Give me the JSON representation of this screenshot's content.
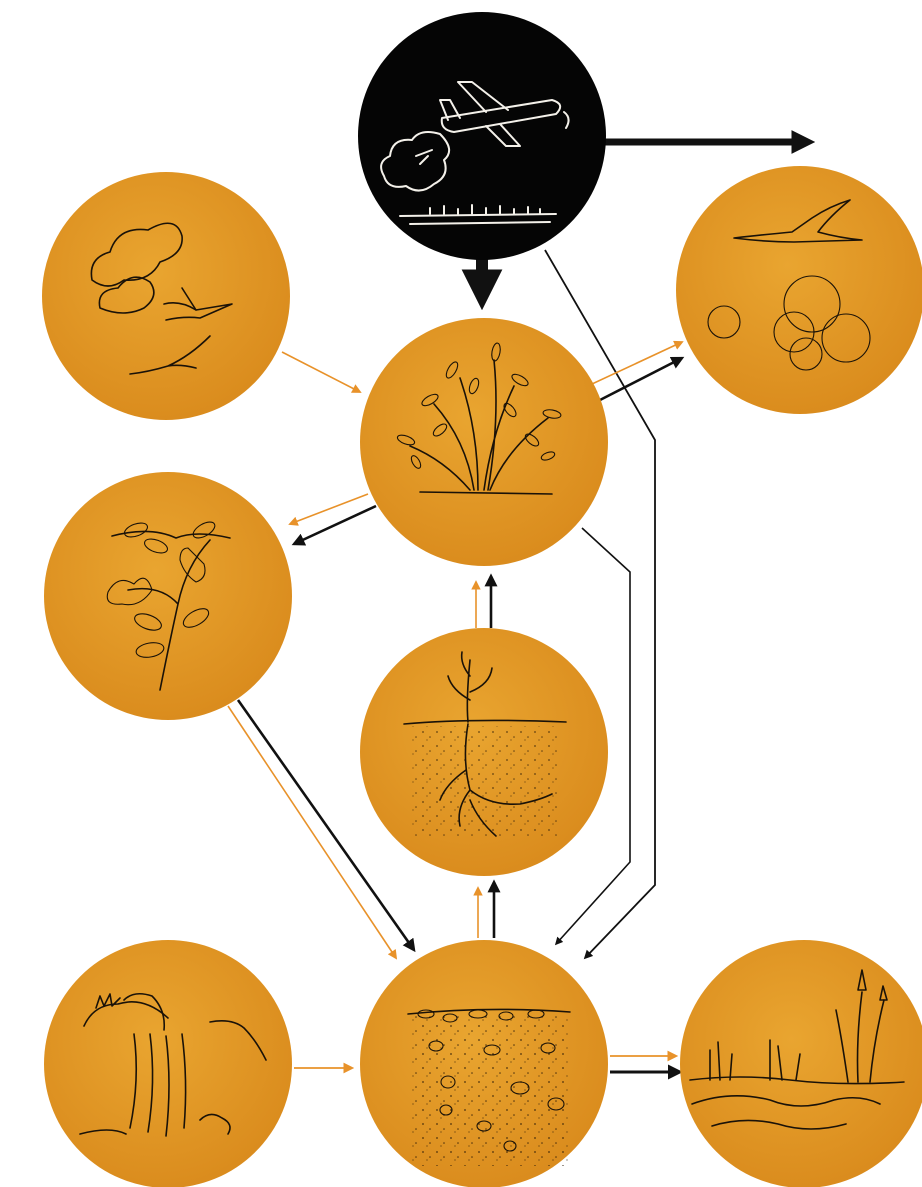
{
  "colors": {
    "circle": "#e39c27",
    "circle_dark": "#c9831a",
    "source_circle": "#000000",
    "arrow_black": "#111111",
    "arrow_orange": "#e8922a",
    "background": "#ffffff"
  },
  "nodes": [
    {
      "id": "aircraft",
      "icon": "aircraft-spraying-icon"
    },
    {
      "id": "birds-clouds",
      "icon": "birds-and-clouds-icon"
    },
    {
      "id": "bird-clouds-right",
      "icon": "bird-over-clouds-icon"
    },
    {
      "id": "shrub",
      "icon": "shrub-icon"
    },
    {
      "id": "fruit-plant",
      "icon": "fruit-branch-icon"
    },
    {
      "id": "seedling",
      "icon": "seedling-roots-icon"
    },
    {
      "id": "waterfall",
      "icon": "waterfall-icon"
    },
    {
      "id": "soil",
      "icon": "soil-icon"
    },
    {
      "id": "marsh",
      "icon": "marsh-reeds-icon"
    }
  ]
}
